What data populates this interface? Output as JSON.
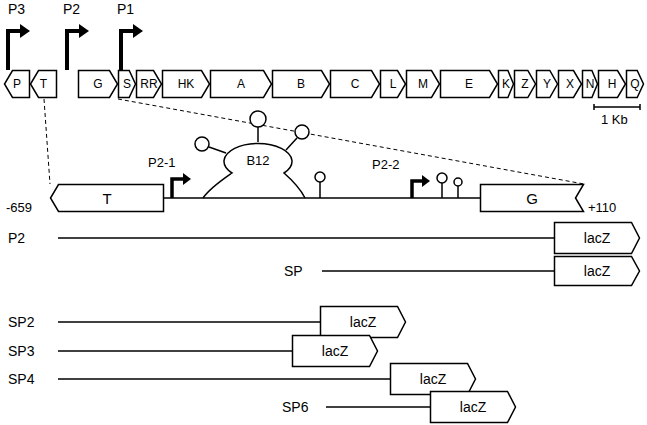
{
  "diagram": {
    "nodes": [
      {
        "text": [
          "P"
        ]
      },
      {
        "text": [
          "T"
        ]
      },
      {
        "text": [
          "G"
        ]
      },
      {
        "text": [
          "S"
        ]
      },
      {
        "text": [
          "RR"
        ]
      },
      {
        "text": [
          "HK"
        ]
      },
      {
        "text": [
          "A"
        ]
      },
      {
        "text": [
          "B"
        ]
      },
      {
        "text": [
          "C"
        ]
      },
      {
        "text": [
          "L"
        ]
      },
      {
        "text": [
          "M"
        ]
      },
      {
        "text": [
          "E"
        ]
      },
      {
        "text": [
          "K"
        ]
      },
      {
        "text": [
          "Z"
        ]
      },
      {
        "text": [
          "Y"
        ]
      },
      {
        "text": [
          "X"
        ]
      },
      {
        "text": [
          "N"
        ]
      },
      {
        "text": [
          "H"
        ]
      },
      {
        "text": [
          "Q"
        ]
      },
      {
        "text": [
          "T"
        ]
      },
      {
        "text": [
          "G"
        ]
      },
      {
        "text": [
          "lacZ"
        ]
      },
      {
        "text": [
          "lacZ"
        ]
      },
      {
        "text": [
          "lacZ"
        ]
      },
      {
        "text": [
          "lacZ"
        ]
      },
      {
        "text": [
          "lacZ"
        ]
      },
      {
        "text": [
          "lacZ"
        ]
      }
    ],
    "labels": [
      "P3",
      "P2",
      "P1",
      "1 Kb",
      "-659",
      "P2-1",
      "B12",
      "P2-2",
      "+110",
      "P2",
      "SP",
      "SP2",
      "SP3",
      "SP4",
      "SP6"
    ]
  }
}
